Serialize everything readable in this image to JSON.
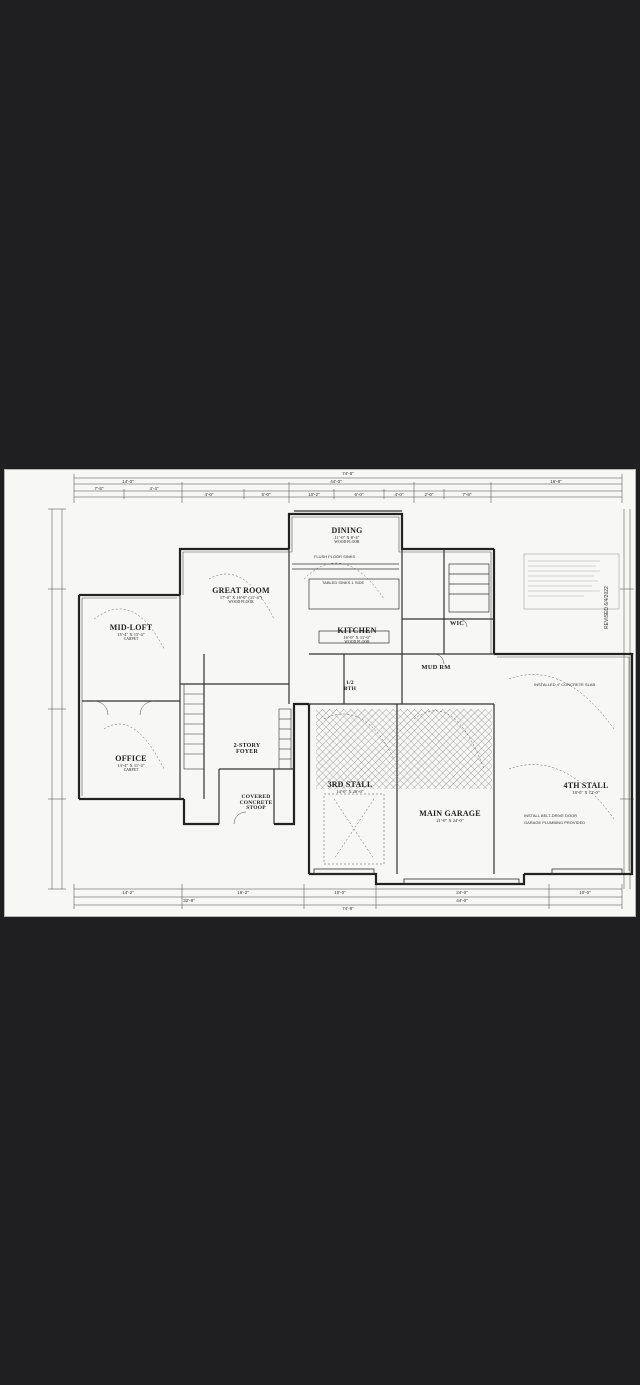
{
  "plan": {
    "rooms": [
      {
        "key": "dining",
        "name": "DINING",
        "dims": "11'-0\" X 8'-4\"",
        "floor": "WOOD FLOOR"
      },
      {
        "key": "great-room",
        "name": "GREAT ROOM",
        "dims": "17'-0\" X 16'-0\" (11'-4\")",
        "floor": "WOOD FLOOR"
      },
      {
        "key": "kitchen",
        "name": "KITCHEN",
        "dims": "16'-0\" X 11'-0\"",
        "floor": "WOOD FLOOR"
      },
      {
        "key": "mid-loft",
        "name": "MID-LOFT",
        "dims": "15'-4\" X 15'-4\"",
        "floor": "CARPET"
      },
      {
        "key": "office",
        "name": "OFFICE",
        "dims": "13'-4\" X 11'-4\"",
        "floor": "CARPET"
      },
      {
        "key": "foyer",
        "name": "2-STORY FOYER",
        "dims": "",
        "floor": ""
      },
      {
        "key": "covered-stoop",
        "name": "COVERED CONCRETE STOOP",
        "dims": "",
        "floor": ""
      },
      {
        "key": "mud-rm",
        "name": "MUD RM",
        "dims": "",
        "floor": ""
      },
      {
        "key": "wic",
        "name": "WIC",
        "dims": "",
        "floor": ""
      },
      {
        "key": "bath",
        "name": "1/2 BTH",
        "dims": "",
        "floor": ""
      },
      {
        "key": "third-stall",
        "name": "3RD STALL",
        "dims": "14'-0\" X 20'-0\"",
        "floor": ""
      },
      {
        "key": "main-garage",
        "name": "MAIN GARAGE",
        "dims": "21'-0\" X 24'-0\"",
        "floor": ""
      },
      {
        "key": "fourth-stall",
        "name": "4TH STALL",
        "dims": "18'-0\" X 12'-0\"",
        "floor": ""
      }
    ],
    "top_dims": {
      "overall": "74'-8\"",
      "segments": [
        "14'-0\"",
        "44'-0\"",
        "16'-8\""
      ],
      "sub": [
        "7'-8\"",
        "4'-4\"",
        "4'-0\"",
        "6'-0\"",
        "10'-2\"",
        "6'-0\"",
        "4'-0\"",
        "2'-0\"",
        "7'-8\""
      ]
    },
    "bottom_dims": {
      "overall": "74'-8\"",
      "segments": [
        "14'-2\"",
        "16'-2\"",
        "10'-0\"",
        "24'-0\"",
        "10'-0\""
      ],
      "sub": [
        "32'-8\"",
        "44'-0\""
      ]
    },
    "notes": {
      "kitchen_counter": "FLUSH FLOOR SINKS",
      "island": "TABLED SINKS 1 SIDE",
      "revised": "REVISED 6/4/2022",
      "garage_slab": "INSTALLED 4\" CONCRETE SLAB",
      "garage_note_1": "INSTALL BELT-DRIVE DOOR",
      "garage_note_2": "GARAGE PLUMBING PROVIDED"
    }
  }
}
